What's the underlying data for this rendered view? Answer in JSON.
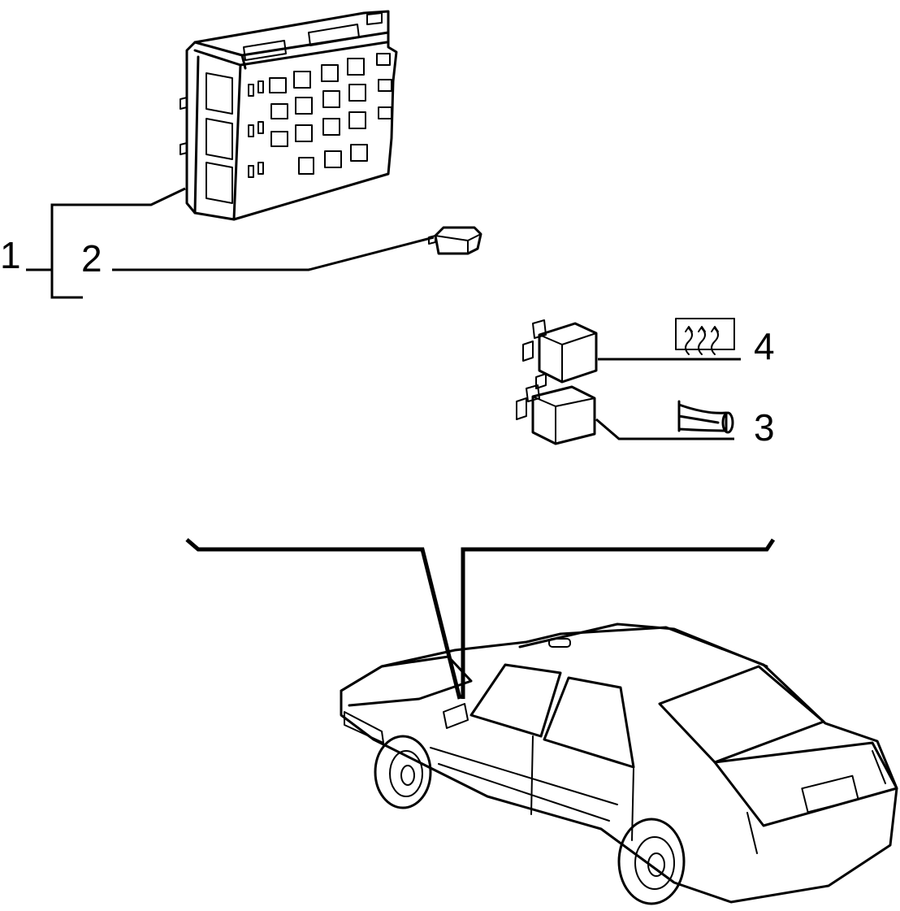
{
  "callouts": {
    "fuse_box": "1",
    "fuse": "2",
    "horn_relay": "3",
    "rear_defrost_relay": "4"
  }
}
